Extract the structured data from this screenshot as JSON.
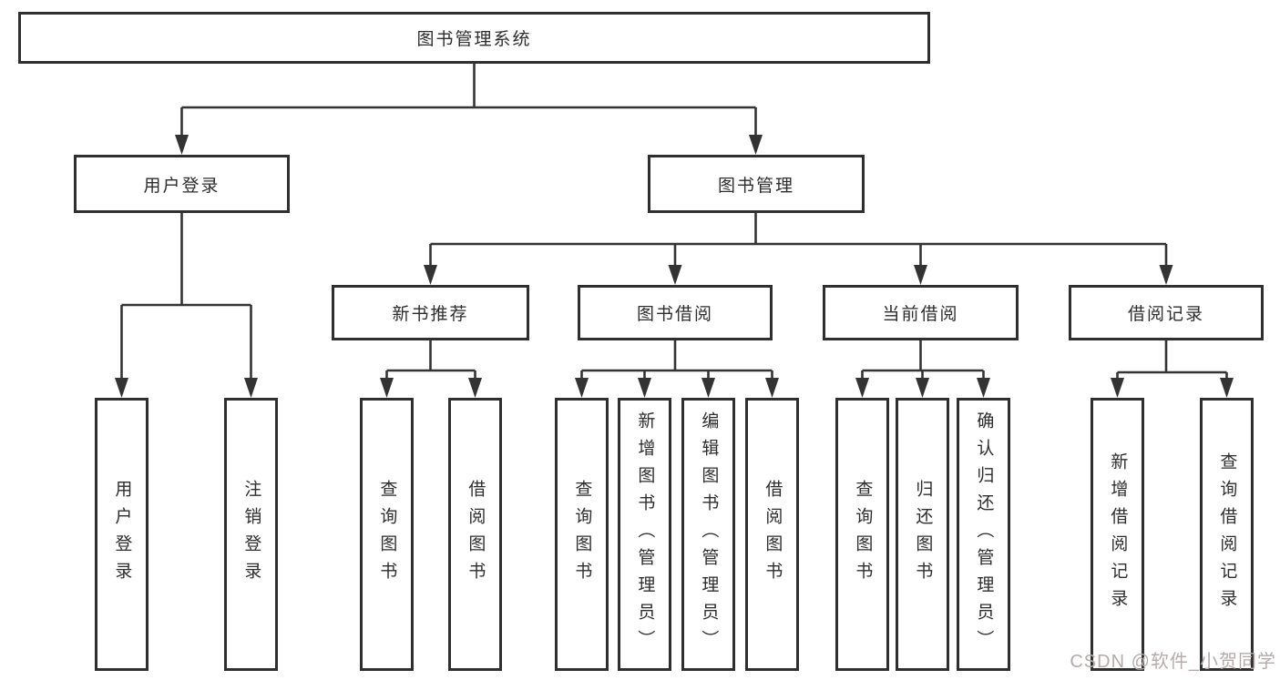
{
  "tree": {
    "label": "图书管理系统",
    "children": [
      {
        "label": "用户登录",
        "children": [
          {
            "label": "用户登录"
          },
          {
            "label": "注销登录"
          }
        ]
      },
      {
        "label": "图书管理",
        "children": [
          {
            "label": "新书推荐",
            "children": [
              {
                "label": "查询图书"
              },
              {
                "label": "借阅图书"
              }
            ]
          },
          {
            "label": "图书借阅",
            "children": [
              {
                "label": "查询图书"
              },
              {
                "label": "新增图书（管理员）"
              },
              {
                "label": "编辑图书（管理员）"
              },
              {
                "label": "借阅图书"
              }
            ]
          },
          {
            "label": "当前借阅",
            "children": [
              {
                "label": "查询图书"
              },
              {
                "label": "归还图书"
              },
              {
                "label": "确认归还（管理员）"
              }
            ]
          },
          {
            "label": "借阅记录",
            "children": [
              {
                "label": "新增借阅记录"
              },
              {
                "label": "查询借阅记录"
              }
            ]
          }
        ]
      }
    ]
  },
  "watermark": {
    "text": "CSDN @软件_小贺同学"
  },
  "colors": {
    "line": "#333333",
    "box_border": "#2f2f2f",
    "text": "#2d2d2d",
    "watermark": "#b5abab",
    "background": "#ffffff"
  }
}
